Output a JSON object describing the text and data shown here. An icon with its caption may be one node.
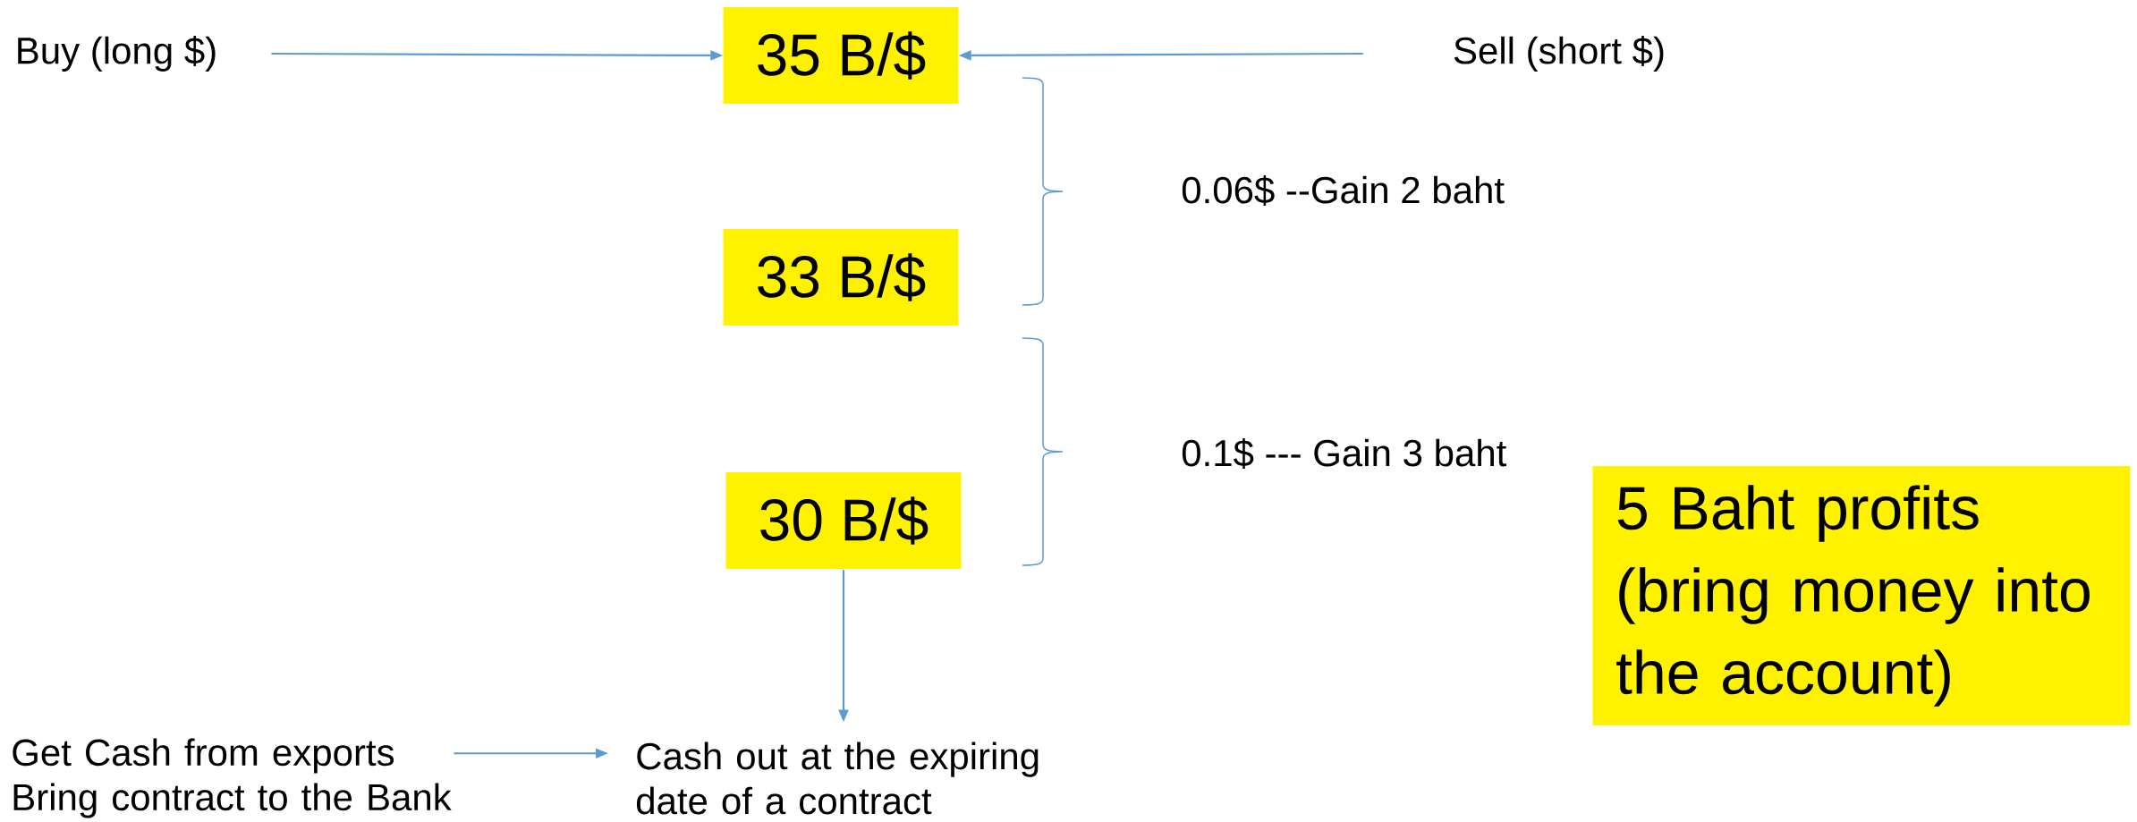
{
  "diagram": {
    "nodes": [
      {
        "text": [
          "Buy (long $)"
        ]
      },
      {
        "text": [
          "35 B/$"
        ]
      },
      {
        "text": [
          "Sell (short $)"
        ]
      },
      {
        "text": [
          "33 B/$"
        ]
      },
      {
        "text": [
          "30 B/$"
        ]
      },
      {
        "text": [
          "Get Cash from exports Bring contract to the Bank"
        ]
      },
      {
        "text": [
          "Cash out at the expiring date of a contract"
        ]
      },
      {
        "text": [
          "5 Baht profits (bring money into the account)"
        ]
      }
    ],
    "edges": [
      {
        "from": 0,
        "to": 1,
        "arrow": "to"
      },
      {
        "from": 2,
        "to": 1,
        "arrow": "to"
      },
      {
        "from": 4,
        "to": 6,
        "arrow": "to"
      },
      {
        "from": 5,
        "to": 6,
        "arrow": "to"
      }
    ],
    "labels": [
      "0.06$ --Gain 2 baht",
      "0.1$ --- Gain 3 baht"
    ]
  }
}
